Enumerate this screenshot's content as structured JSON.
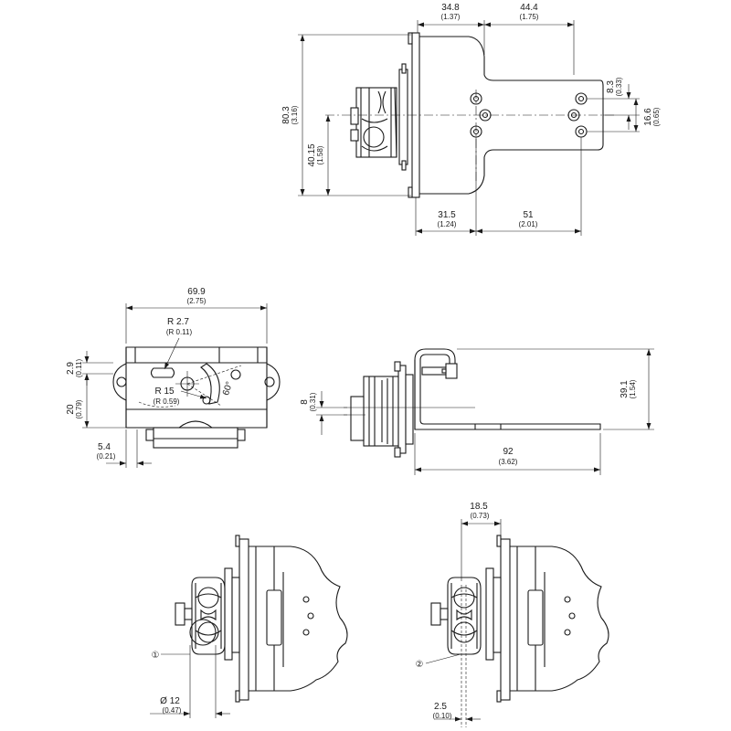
{
  "view_top": {
    "width_left": "34.8",
    "width_left_in": "(1.37)",
    "width_right": "44.4",
    "width_right_in": "(1.75)",
    "height_total": "80.3",
    "height_total_in": "(3.16)",
    "height_half": "40.15",
    "height_half_in": "(1.58)",
    "hole_offset": "8.3",
    "hole_offset_in": "(0.33)",
    "hole_spacing": "16.6",
    "hole_spacing_in": "(0.65)",
    "base_left": "31.5",
    "base_left_in": "(1.24)",
    "base_right": "51",
    "base_right_in": "(2.01)"
  },
  "view_front": {
    "width": "69.9",
    "width_in": "(2.75)",
    "radius_small": "R 2.7",
    "radius_small_in": "(R 0.11)",
    "radius_large": "R 15",
    "radius_large_in": "(R 0.59)",
    "angle": "60°",
    "slot_height": "2.9",
    "slot_height_in": "(0.11)",
    "height": "20",
    "height_in": "(0.79)",
    "offset": "5.4",
    "offset_in": "(0.21)"
  },
  "view_side": {
    "height": "39.1",
    "height_in": "(1.54)",
    "thickness": "8",
    "thickness_in": "(0.31)",
    "length": "92",
    "length_in": "(3.62)"
  },
  "view_detail_1": {
    "callout": "①",
    "diameter": "Ø 12",
    "diameter_in": "(0.47)"
  },
  "view_detail_2": {
    "callout": "②",
    "width": "18.5",
    "width_in": "(0.73)",
    "gap": "2.5",
    "gap_in": "(0.10)"
  }
}
